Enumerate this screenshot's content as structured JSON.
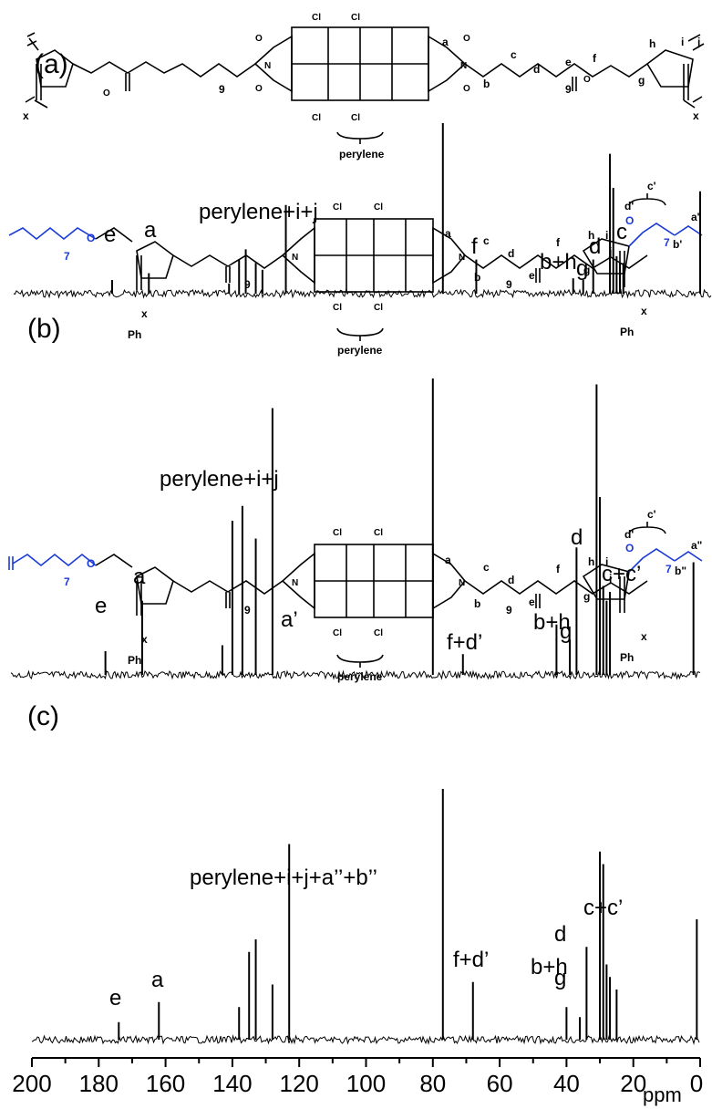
{
  "panels": [
    {
      "label": "(a)",
      "structure": {
        "sub_x_left": "x",
        "sub_x_right": "x",
        "sub_j": "j",
        "sub_9_left": "9",
        "sub_9_right": "9",
        "cl": "Cl",
        "o": "O",
        "n": "N",
        "perylene": "perylene",
        "letters": [
          "a",
          "b",
          "c",
          "d",
          "e",
          "f",
          "g",
          "h",
          "i"
        ]
      },
      "peak_labels": [
        "e",
        "a",
        "perylene+i+j",
        "f",
        "b+h",
        "g",
        "d",
        "c"
      ]
    },
    {
      "label": "(b)",
      "structure": {
        "sub_x_left": "x",
        "sub_x_right": "x",
        "sub_j": "j",
        "sub_9_left": "9",
        "sub_9_right": "9",
        "sub_7_left": "7",
        "sub_7_right": "7",
        "ph": "Ph",
        "cl": "Cl",
        "o": "O",
        "n": "N",
        "perylene": "perylene",
        "letters": [
          "a",
          "b",
          "c",
          "d",
          "e",
          "f",
          "g",
          "h",
          "i"
        ],
        "primes": [
          "d'",
          "c'",
          "a'",
          "b'"
        ]
      },
      "peak_labels": [
        "e",
        "a",
        "perylene+i+j",
        "a’",
        "f+d’",
        "b+h",
        "g",
        "d",
        "c+c’"
      ]
    },
    {
      "label": "(c)",
      "structure": {
        "sub_x_left": "x",
        "sub_x_right": "x",
        "sub_j": "j",
        "sub_9_left": "9",
        "sub_9_right": "9",
        "sub_7_left": "7",
        "sub_7_right": "7",
        "ph": "Ph",
        "cl": "Cl",
        "o": "O",
        "n": "N",
        "perylene": "perylene",
        "letters": [
          "a",
          "b",
          "c",
          "d",
          "e",
          "f",
          "g",
          "h",
          "i"
        ],
        "primes": [
          "d'",
          "c'",
          "a\"",
          "b\""
        ]
      },
      "peak_labels": [
        "e",
        "a",
        "perylene+i+j+a’’+b’’",
        "f+d’",
        "b+h",
        "g",
        "d",
        "c+c’"
      ]
    }
  ],
  "axis": {
    "ticks": [
      "200",
      "180",
      "160",
      "140",
      "120",
      "100",
      "80",
      "60",
      "40",
      "20",
      "0"
    ],
    "unit": "ppm"
  },
  "colors": {
    "line": "#000000",
    "blue": "#1a3ad6"
  },
  "chart_data": {
    "type": "line",
    "xlabel": "ppm",
    "xlim": [
      200,
      0
    ],
    "series": [
      {
        "peaks_ppm": [
          176,
          165,
          141,
          138,
          136,
          133,
          131,
          124,
          77,
          67,
          38,
          35,
          32,
          27,
          26,
          25,
          24,
          23,
          0
        ],
        "heights": [
          0.08,
          0.12,
          0.06,
          0.2,
          0.26,
          0.18,
          0.14,
          0.52,
          1.0,
          0.2,
          0.09,
          0.08,
          0.2,
          0.82,
          0.62,
          0.22,
          0.18,
          0.18,
          0.6
        ]
      },
      {
        "peaks_ppm": [
          178,
          167,
          143,
          140,
          137,
          133,
          128,
          80,
          71,
          43,
          39,
          37,
          31,
          30,
          29,
          28,
          27,
          2
        ],
        "heights": [
          0.08,
          0.25,
          0.1,
          0.52,
          0.57,
          0.46,
          0.9,
          1.0,
          0.07,
          0.17,
          0.12,
          0.43,
          0.98,
          0.6,
          0.3,
          0.25,
          0.28,
          0.38
        ]
      },
      {
        "peaks_ppm": [
          174,
          162,
          138,
          135,
          133,
          128,
          123,
          77,
          68,
          40,
          36,
          34,
          30,
          29,
          28,
          27,
          25,
          1
        ],
        "heights": [
          0.07,
          0.15,
          0.13,
          0.35,
          0.4,
          0.22,
          0.78,
          1.0,
          0.23,
          0.13,
          0.09,
          0.37,
          0.75,
          0.7,
          0.3,
          0.25,
          0.2,
          0.48
        ]
      }
    ]
  }
}
